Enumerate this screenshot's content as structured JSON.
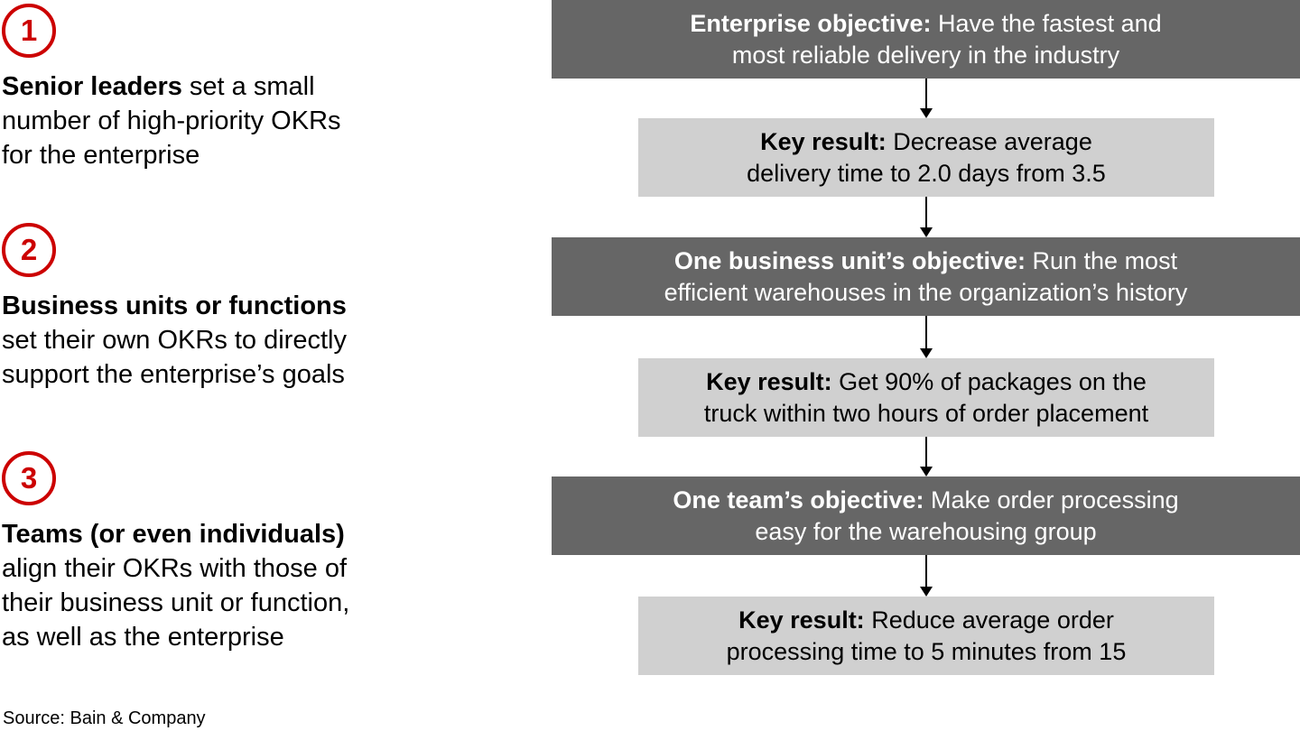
{
  "colors": {
    "accent_red": "#cc0000",
    "dark_box_bg": "#666666",
    "dark_box_text": "#ffffff",
    "light_box_bg": "#d0d0d0",
    "body_text": "#000000"
  },
  "left_panel": {
    "steps": [
      {
        "number": "1",
        "lead_bold": "Senior leaders",
        "lead_rest": " set a small",
        "lines": [
          "number of high-priority OKRs",
          "for the enterprise"
        ]
      },
      {
        "number": "2",
        "lead_bold": "Business units or functions",
        "lead_rest": "",
        "lines": [
          "set their own OKRs to directly",
          "support the enterprise’s goals"
        ]
      },
      {
        "number": "3",
        "lead_bold": "Teams (or even individuals)",
        "lead_rest": "",
        "lines": [
          "align their OKRs with those of",
          "their business unit or function,",
          "as well as the enterprise"
        ]
      }
    ],
    "source": "Source: Bain & Company"
  },
  "flowchart": {
    "nodes": [
      {
        "style": "dark",
        "bold": "Enterprise objective:",
        "rest_line1": " Have the fastest and",
        "line2": "most reliable delivery in the industry"
      },
      {
        "style": "light",
        "bold": "Key result:",
        "rest_line1": " Decrease average",
        "line2": "delivery time to 2.0 days from 3.5"
      },
      {
        "style": "dark",
        "bold": "One business unit’s objective:",
        "rest_line1": " Run the most",
        "line2": "efficient warehouses in the organization’s history"
      },
      {
        "style": "light",
        "bold": "Key result:",
        "rest_line1": " Get 90% of packages on the",
        "line2": "truck within two hours of order placement"
      },
      {
        "style": "dark",
        "bold": "One team’s objective:",
        "rest_line1": " Make order processing",
        "line2": "easy for the warehousing group"
      },
      {
        "style": "light",
        "bold": "Key result:",
        "rest_line1": " Reduce average order",
        "line2": "processing time to 5 minutes from 15"
      }
    ]
  }
}
